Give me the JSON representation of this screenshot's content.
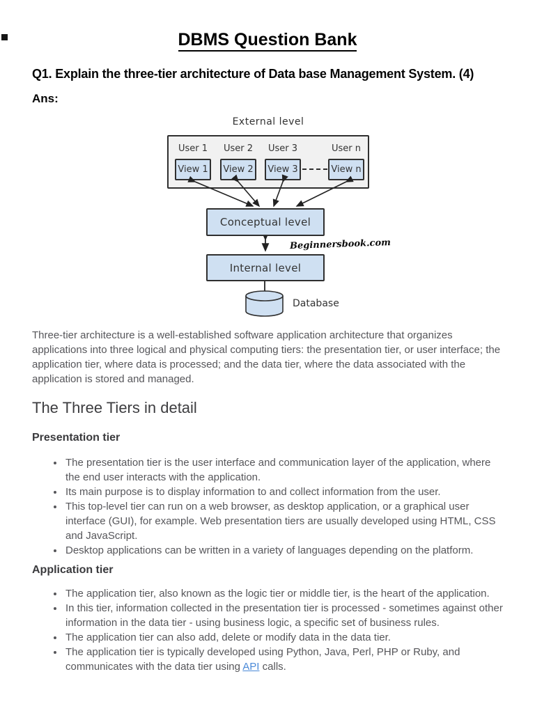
{
  "page": {
    "title": "DBMS Question Bank",
    "question": "Q1. Explain the three-tier architecture of Data base Management System. (4)",
    "answer_label": "Ans:"
  },
  "diagram": {
    "external_label": "External level",
    "users": [
      {
        "user": "User 1",
        "view": "View 1"
      },
      {
        "user": "User 2",
        "view": "View 2"
      },
      {
        "user": "User 3",
        "view": "View 3"
      },
      {
        "user": "User n",
        "view": "View n"
      }
    ],
    "conceptual_label": "Conceptual level",
    "internal_label": "Internal level",
    "watermark": "Beginnersbook.com",
    "database_label": "Database",
    "colors": {
      "box_fill": "#cfe0f2",
      "outer_fill": "#f1f1f1",
      "border": "#2f2f2f"
    }
  },
  "intro_paragraph": "Three-tier architecture is a well-established software application architecture that organizes applications into three logical and physical computing tiers: the presentation tier, or user interface; the application tier, where data is processed; and the data tier, where the data associated with the application is stored and managed.",
  "sections": {
    "heading": "The Three Tiers in detail",
    "presentation": {
      "title": "Presentation tier",
      "bullets": [
        "The presentation tier is the user interface and communication layer of the application, where the end user interacts with the application.",
        "Its main purpose is to display information to and collect information from the user.",
        "This top-level tier can run on a web browser, as desktop application, or a graphical user interface (GUI), for example. Web presentation tiers are usually developed using HTML, CSS and JavaScript.",
        "Desktop applications can be written in a variety of languages depending on the platform."
      ]
    },
    "application": {
      "title": "Application tier",
      "bullets": [
        "The application tier, also known as the logic tier or middle tier, is the heart of the application.",
        "In this tier, information collected in the presentation tier is processed - sometimes against other information in the data tier - using business logic, a specific set of business rules.",
        "The application tier can also add, delete or modify data in the data tier."
      ],
      "last_bullet": {
        "pre": "The application tier is typically developed using Python, Java, Perl, PHP or Ruby, and communicates with the data tier using ",
        "link": "API",
        "post": " calls."
      }
    }
  },
  "colors": {
    "link": "#4a89d8",
    "bottom_bar": "#2d68b2"
  }
}
